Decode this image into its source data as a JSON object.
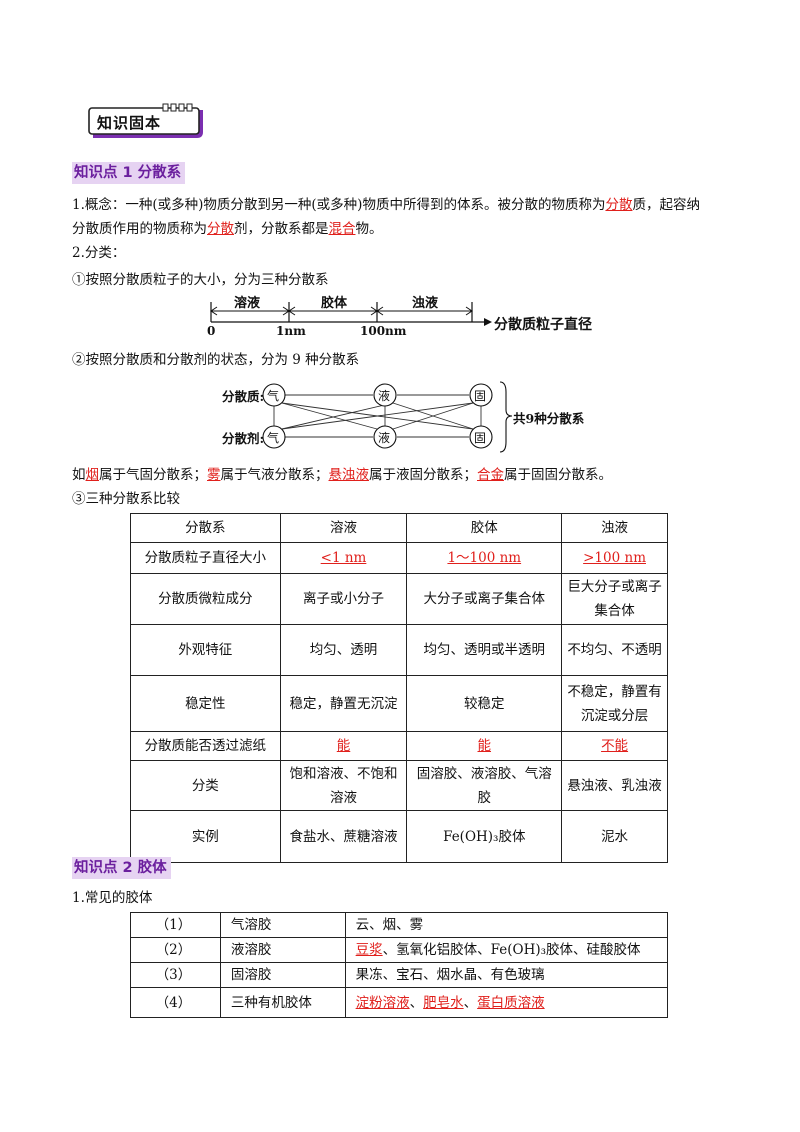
{
  "badge": "知识固本",
  "section1": {
    "title": "知识点 1  分散系"
  },
  "concept": {
    "l1_a": "1.概念：一种(或多种)物质分散到另一种(或多种)物质中所得到的体系。被分散的物质称为",
    "l1_red": "分散",
    "l1_b": "质，起容纳",
    "l2_a": "分散质作用的物质称为",
    "l2_red1": "分散",
    "l2_b": "剂，分散系都是",
    "l2_red2": "混合",
    "l2_c": "物。"
  },
  "classify": "2.分类：",
  "by_size": "①按照分散质粒子的大小，分为三种分散系",
  "axis": {
    "seg1": "溶液",
    "seg2": "胶体",
    "seg3": "浊液",
    "t0": "0",
    "t1": "1nm",
    "t2": "100nm",
    "label": "分散质粒子直径"
  },
  "by_state": "②按照分散质和分散剂的状态，分为 9 种分散系",
  "diagram": {
    "row1_label": "分散质:",
    "row2_label": "分散剂:",
    "nodes": [
      "气",
      "液",
      "固"
    ],
    "brace_label": "共9种分散系"
  },
  "examples": {
    "a": "如",
    "r1": "烟",
    "b": "属于气固分散系；",
    "r2": "雾",
    "c": "属于气液分散系；",
    "r3": "悬浊液",
    "d": "属于液固分散系；",
    "r4": "合金",
    "e": "属于固固分散系。"
  },
  "compare_title": "③三种分散系比较",
  "table1": {
    "header": [
      "分散系",
      "溶液",
      "胶体",
      "浊液"
    ],
    "rows": [
      [
        "分散质粒子直径大小",
        "<1 nm",
        "1～100 nm",
        ">100 nm"
      ],
      [
        "分散质微粒成分",
        "离子或小分子",
        "大分子或离子集合体",
        "巨大分子或离子集合体"
      ],
      [
        "外观特征",
        "均匀、透明",
        "均匀、透明或半透明",
        "不均匀、不透明"
      ],
      [
        "稳定性",
        "稳定，静置无沉淀",
        "较稳定",
        "不稳定，静置有沉淀或分层"
      ],
      [
        "分散质能否透过滤纸",
        "能",
        "能",
        "不能"
      ],
      [
        "分类",
        "饱和溶液、不饱和溶液",
        "固溶胶、液溶胶、气溶胶",
        "悬浊液、乳浊液"
      ],
      [
        "实例",
        "食盐水、蔗糖溶液",
        "Fe(OH)₃胶体",
        "泥水"
      ]
    ]
  },
  "section2": {
    "title": "知识点 2  胶体"
  },
  "common": "1.常见的胶体",
  "table2": {
    "rows": [
      {
        "n": "（1）",
        "type": "气溶胶",
        "plain": "云、烟、雾"
      },
      {
        "n": "（2）",
        "type": "液溶胶",
        "red1": "豆浆",
        "plain": "、氢氧化铝胶体、Fe(OH)₃胶体、硅酸胶体"
      },
      {
        "n": "（3）",
        "type": "固溶胶",
        "plain": "果冻、宝石、烟水晶、有色玻璃"
      },
      {
        "n": "（4）",
        "type": "三种有机胶体",
        "r1": "淀粉溶液",
        "s1": "、",
        "r2": "肥皂水",
        "s2": "、",
        "r3": "蛋白质溶液"
      }
    ]
  }
}
